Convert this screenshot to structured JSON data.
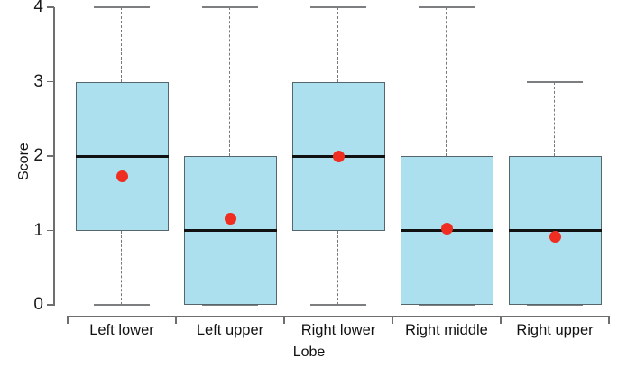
{
  "chart_data": {
    "type": "box",
    "title": "",
    "xlabel": "Lobe",
    "ylabel": "Score",
    "categories": [
      "Left lower",
      "Left upper",
      "Right lower",
      "Right middle",
      "Right upper"
    ],
    "ylim": [
      0,
      4
    ],
    "yticks": [
      0,
      1,
      2,
      3,
      4
    ],
    "ytick_labels": [
      "0",
      "1",
      "2",
      "3",
      "4"
    ],
    "grid": false,
    "legend": "none",
    "box_color": "#ace0ee",
    "box_edge_color": "#55666d",
    "median_color": "#111111",
    "whisker_color": "#77787a",
    "mean_marker_color": "#ef2d21",
    "boxes": [
      {
        "category": "Left lower",
        "whisker_low": 0,
        "q1": 1,
        "median": 2,
        "q3": 3,
        "whisker_high": 4,
        "mean": 1.73
      },
      {
        "category": "Left upper",
        "whisker_low": 0,
        "q1": 0,
        "median": 1,
        "q3": 2,
        "whisker_high": 4,
        "mean": 1.16
      },
      {
        "category": "Right lower",
        "whisker_low": 0,
        "q1": 1,
        "median": 2,
        "q3": 3,
        "whisker_high": 4,
        "mean": 2.0
      },
      {
        "category": "Right middle",
        "whisker_low": 0,
        "q1": 0,
        "median": 1,
        "q3": 2,
        "whisker_high": 4,
        "mean": 1.03
      },
      {
        "category": "Right upper",
        "whisker_low": 0,
        "q1": 0,
        "median": 1,
        "q3": 2,
        "whisker_high": 3,
        "mean": 0.91
      }
    ]
  },
  "axes": {
    "y_title": "Score",
    "x_title": "Lobe",
    "y_labels": [
      "4",
      "3",
      "2",
      "1",
      "0"
    ],
    "x_labels": [
      "Left lower",
      "Left upper",
      "Right lower",
      "Right middle",
      "Right upper"
    ]
  }
}
